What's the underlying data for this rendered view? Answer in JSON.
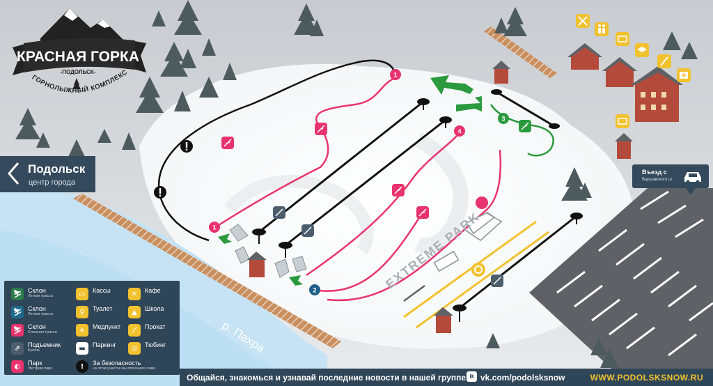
{
  "logo": {
    "title": "КРАСНАЯ ГОРКА",
    "subtitle": "-ПОДОЛЬСК-",
    "arc_text": "ГОРНОЛЫЖНЫЙ КОМПЛЕКС"
  },
  "back_sign": {
    "title": "Подольск",
    "subtitle": "центр города"
  },
  "entry_sign": {
    "title": "Въезд с",
    "subtitle": "Варшавского ш."
  },
  "map_labels": {
    "river": "р. Пахра",
    "extreme_park": "EXTREME PARK"
  },
  "trail_numbers": [
    "1",
    "1",
    "2",
    "3",
    "4"
  ],
  "legend": [
    {
      "name": "Склон",
      "sub": "Легкая трасса",
      "color": "#2b7a4b",
      "icon": "skier-icon"
    },
    {
      "name": "Склон",
      "sub": "Легкая трасса",
      "color": "#1f6a8a",
      "icon": "skier-icon"
    },
    {
      "name": "Склон",
      "sub": "Сложная трасса",
      "color": "#e8336d",
      "icon": "skier-icon"
    },
    {
      "name": "Подъемник",
      "sub": "Бугель",
      "color": "#4c5e6e",
      "icon": "lift-icon"
    },
    {
      "name": "Парк",
      "sub": "Экстрим парк",
      "color": "#e8336d",
      "icon": "helmet-icon"
    },
    {
      "name": "Кассы",
      "sub": "",
      "color": "#f2c12e",
      "icon": "ticket-icon"
    },
    {
      "name": "Туалет",
      "sub": "",
      "color": "#f2c12e",
      "icon": "toilet-icon"
    },
    {
      "name": "Медпункт",
      "sub": "",
      "color": "#f2c12e",
      "icon": "medkit-icon"
    },
    {
      "name": "Паркинг",
      "sub": "",
      "color": "#ffffff",
      "icon": "car-icon"
    },
    {
      "name": "За безопасность",
      "sub": "на этом участке вы отвечаете сами",
      "color": "#111111",
      "icon": "warning-icon"
    },
    {
      "name": "Кафе",
      "sub": "",
      "color": "#f2c12e",
      "icon": "cafe-icon"
    },
    {
      "name": "Школа",
      "sub": "",
      "color": "#f2c12e",
      "icon": "school-icon"
    },
    {
      "name": "Прокат",
      "sub": "",
      "color": "#f2c12e",
      "icon": "rental-icon"
    },
    {
      "name": "Тюбинг",
      "sub": "",
      "color": "#f2c12e",
      "icon": "tubing-icon"
    }
  ],
  "footer": {
    "message": "Общайся, знакомься и узнавай последние новости в нашей группе",
    "vk_badge": "в",
    "vk_url": "vk.com/podolsksnow",
    "website": "WWW.PODOLSKSNOW.RU"
  },
  "colors": {
    "slope_hard": "#e8336d",
    "slope_easy_green": "#2b9a3f",
    "slope_blue": "#1f5f8a",
    "lift": "#111111",
    "river": "#c6e3f5",
    "accent_yellow": "#f2c12e",
    "panel": "#2f4558"
  }
}
